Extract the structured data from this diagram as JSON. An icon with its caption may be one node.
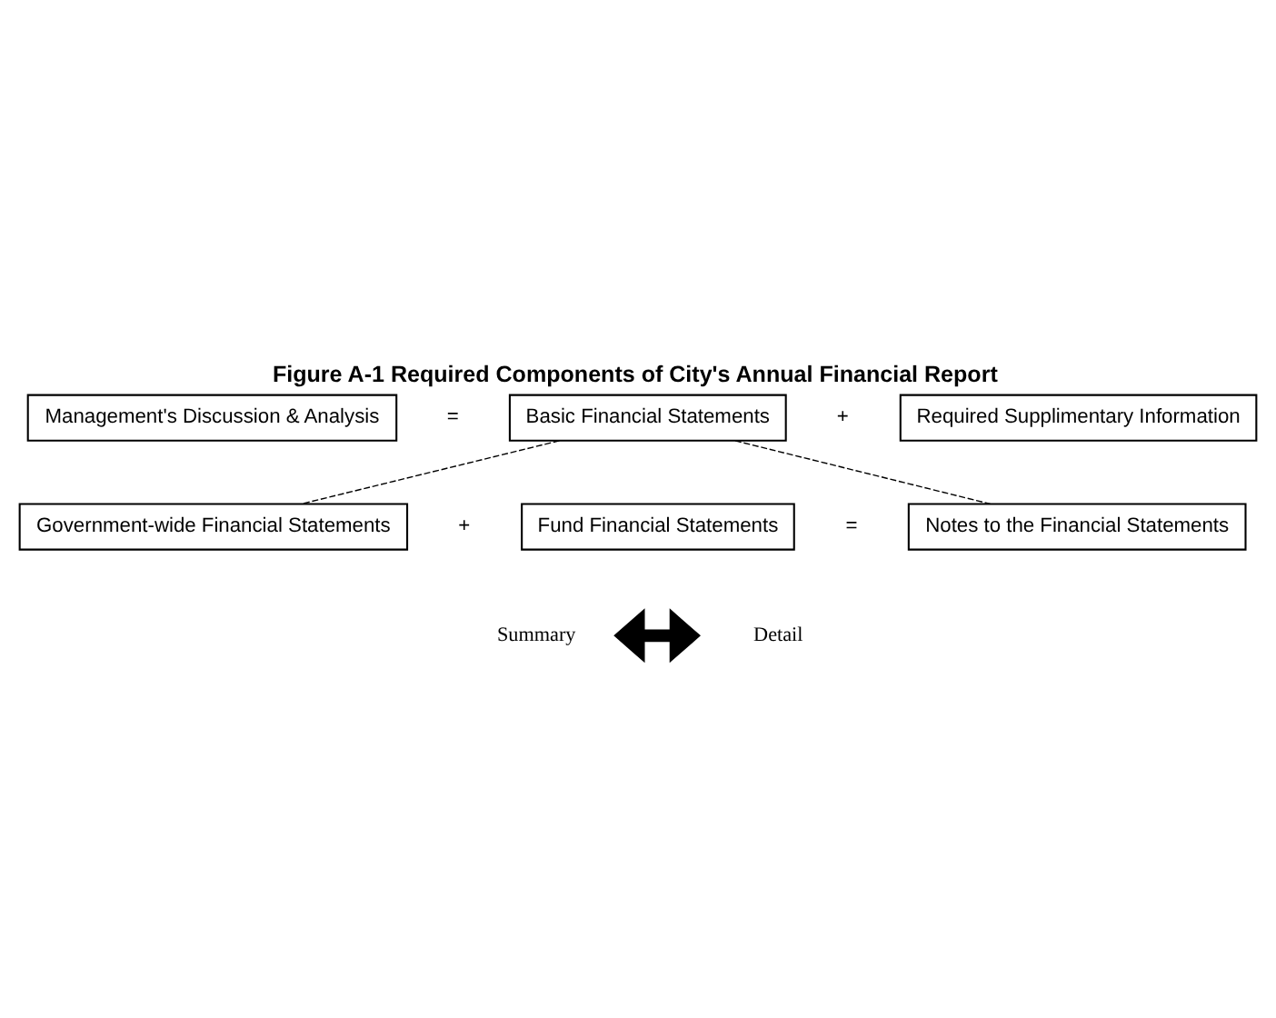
{
  "diagram": {
    "title": "Figure A-1 Required Components of City's Annual Financial Report",
    "nodes": [
      {
        "text": [
          "Management's Discussion & Analysis"
        ]
      },
      {
        "text": [
          "Basic Financial Statements"
        ]
      },
      {
        "text": [
          "Required Supplimentary Information"
        ]
      },
      {
        "text": [
          "Government-wide Financial Statements"
        ]
      },
      {
        "text": [
          "Fund Financial Statements"
        ]
      },
      {
        "text": [
          "Notes to the Financial Statements"
        ]
      },
      {
        "text": [
          "Summary"
        ]
      },
      {
        "text": [
          "Detail"
        ]
      }
    ],
    "edges": [
      {
        "from": 1,
        "to": 3,
        "arrow": "none",
        "style": "dashed"
      },
      {
        "from": 1,
        "to": 5,
        "arrow": "none",
        "style": "dashed"
      },
      {
        "from": 6,
        "to": 7,
        "arrow": "both",
        "style": "thick"
      }
    ],
    "labels": [
      "=",
      "+",
      "+",
      "="
    ]
  }
}
